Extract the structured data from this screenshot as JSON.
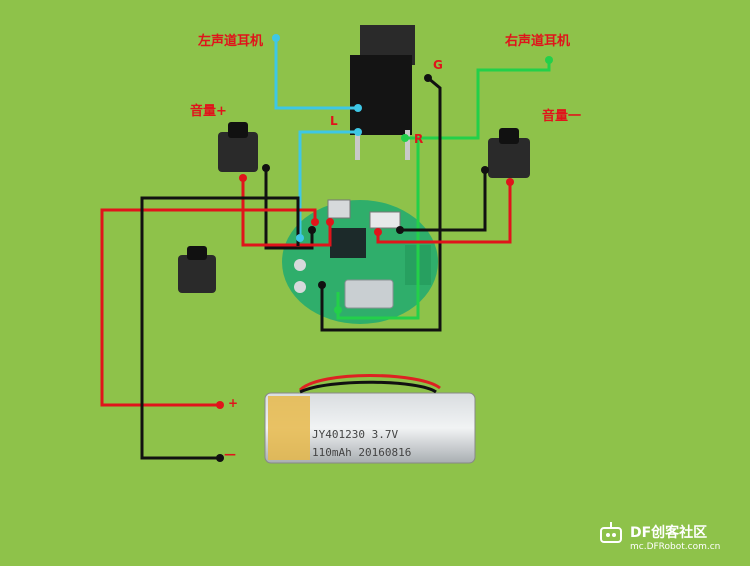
{
  "labels": {
    "left_earphone": "左声道耳机",
    "right_earphone": "右声道耳机",
    "volume_up": "音量+",
    "volume_down": "音量一",
    "pin_g": "G",
    "pin_l": "L",
    "pin_r": "R",
    "battery_plus": "+",
    "battery_minus": "—"
  },
  "battery": {
    "line1": "JY401230  3.7V",
    "line2": "110mAh 20160816"
  },
  "watermark": {
    "brand": "DF创客社区",
    "url": "mc.DFRobot.com.cn"
  },
  "colors": {
    "background": "#8ec24a",
    "label": "#e0141b",
    "wire_red": "#e0141b",
    "wire_black": "#111111",
    "wire_cyan": "#3ec7e6",
    "wire_green": "#23d04a"
  }
}
